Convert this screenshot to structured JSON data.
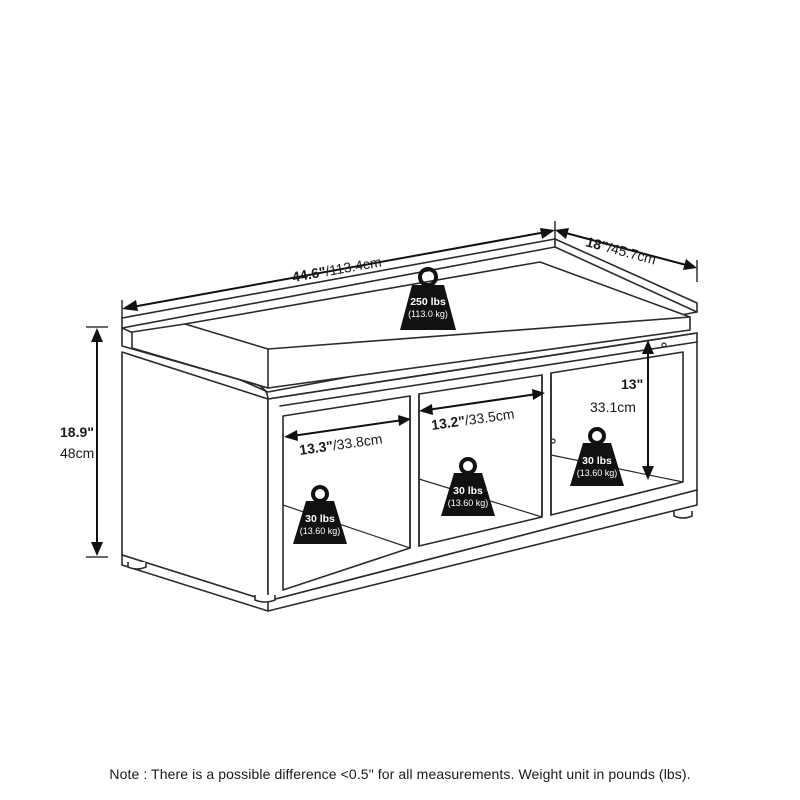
{
  "dimensions": {
    "width": {
      "bold": "44.6\"",
      "rest": "/113.4cm"
    },
    "depth": {
      "bold": "18\"",
      "rest": "/45.7cm"
    },
    "height": {
      "bold": "18.9\"",
      "rest": "48cm"
    },
    "cubby_left_width": {
      "bold": "13.3\"",
      "rest": "/33.8cm"
    },
    "cubby_mid_width": {
      "bold": "13.2\"",
      "rest": "/33.5cm"
    },
    "cubby_height": {
      "bold": "13\"",
      "rest": "33.1cm"
    }
  },
  "weights": {
    "seat": {
      "main": "250 lbs",
      "sub": "(113.0 kg)"
    },
    "left": {
      "main": "30 lbs",
      "sub": "(13.60 kg)"
    },
    "middle": {
      "main": "30 lbs",
      "sub": "(13.60 kg)"
    },
    "right": {
      "main": "30 lbs",
      "sub": "(13.60 kg)"
    }
  },
  "note": "Note : There is a possible difference <0.5\" for all measurements. Weight unit in pounds (lbs)."
}
